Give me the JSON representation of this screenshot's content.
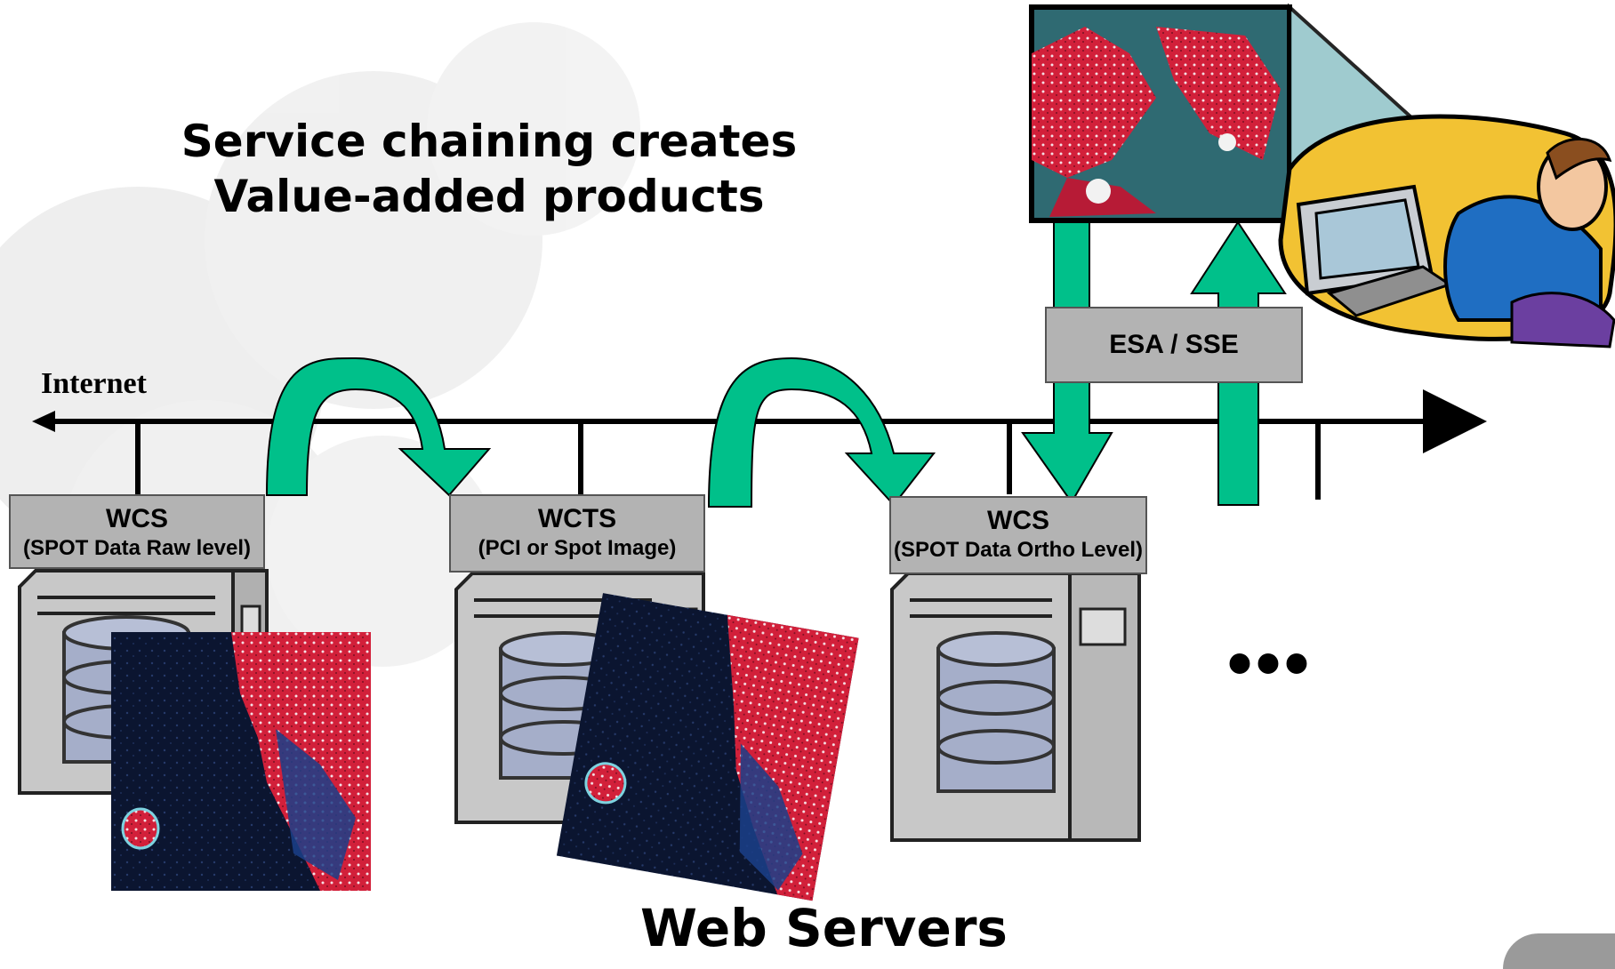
{
  "title": {
    "line1": "Service chaining creates",
    "line2": "Value-added products"
  },
  "network": {
    "label": "Internet"
  },
  "services": [
    {
      "name": "WCS",
      "description": "(SPOT Data Raw level)"
    },
    {
      "name": "WCTS",
      "description": "(PCI or Spot Image)"
    },
    {
      "name": "WCS",
      "description": "(SPOT Data Ortho Level)"
    }
  ],
  "portal": {
    "label": "ESA / SSE"
  },
  "more_indicator": "•••",
  "footer": {
    "label": "Web Servers"
  },
  "colors": {
    "arrow_green": "#00c08a",
    "box_gray": "#b3b3b3",
    "server_gray": "#c8c8c8",
    "disk_blue": "#a5aec9",
    "imagery_red": "#d2203a",
    "imagery_dark": "#0b1530"
  },
  "icons": [
    "server-icon",
    "database-icon",
    "satellite-image",
    "user-at-computer-illustration",
    "curved-arrow-icon",
    "logo"
  ]
}
